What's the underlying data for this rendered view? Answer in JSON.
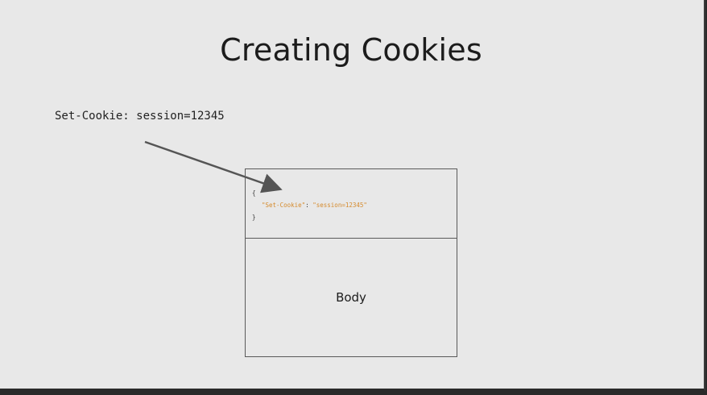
{
  "slide": {
    "title": "Creating Cookies",
    "header_line": "Set-Cookie: session=12345"
  },
  "headers_box": {
    "open_brace": "{",
    "key": "\"Set-Cookie\"",
    "colon": ": ",
    "value": "\"session=12345\"",
    "close_brace": "}"
  },
  "body_box": {
    "label": "Body"
  },
  "colors": {
    "background": "#e8e8e8",
    "text": "#1c1c1c",
    "json_string": "#d58a2c",
    "arrow": "#555555"
  }
}
